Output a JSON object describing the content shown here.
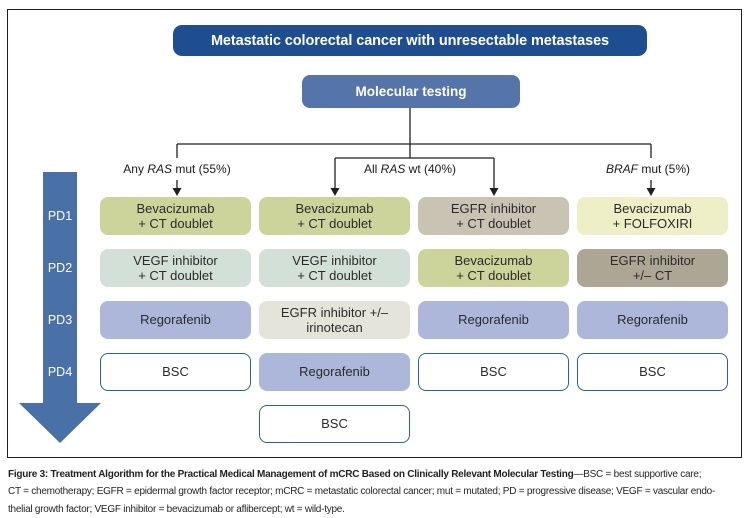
{
  "palette": {
    "banner_bg": "#1e4e90",
    "node_bg": "#5474aa",
    "arrow_blue": "#4a70a8",
    "line": "#231f20",
    "olive": "#ccd49b",
    "teal": "#d3e0d8",
    "tan": "#c8c3b3",
    "pale_yellow": "#efefc7",
    "taupe": "#aca794",
    "periwinkle": "#acb7d9",
    "light_gray": "#e4e4db",
    "white_box_border": "#2a5f9e"
  },
  "header": {
    "title": "Metastatic colorectal cancer with unresectable metastases"
  },
  "molecular_testing": {
    "label": "Molecular testing"
  },
  "branches": [
    {
      "pre": "Any ",
      "gene": "RAS",
      "post": " mut (55%)"
    },
    {
      "pre": "All ",
      "gene": "RAS",
      "post": " wt (40%)"
    },
    {
      "pre": "",
      "gene": "BRAF",
      "post": " mut (5%)"
    }
  ],
  "pd_labels": [
    "PD1",
    "PD2",
    "PD3",
    "PD4"
  ],
  "grid": {
    "rows": [
      {
        "pd": "PD1",
        "cells": [
          {
            "lines": [
              "Bevacizumab",
              "+ CT doublet"
            ],
            "color": "olive"
          },
          {
            "lines": [
              "Bevacizumab",
              "+ CT doublet"
            ],
            "color": "olive"
          },
          {
            "lines": [
              "EGFR inhibitor",
              "+ CT doublet"
            ],
            "color": "tan"
          },
          {
            "lines": [
              "Bevacizumab",
              "+ FOLFOXIRI"
            ],
            "color": "pale_yellow"
          }
        ]
      },
      {
        "pd": "PD2",
        "cells": [
          {
            "lines": [
              "VEGF inhibitor",
              "+ CT doublet"
            ],
            "color": "teal"
          },
          {
            "lines": [
              "VEGF inhibitor",
              "+ CT doublet"
            ],
            "color": "teal"
          },
          {
            "lines": [
              "Bevacizumab",
              "+ CT doublet"
            ],
            "color": "olive"
          },
          {
            "lines": [
              "EGFR inhibitor",
              "+/– CT"
            ],
            "color": "taupe"
          }
        ]
      },
      {
        "pd": "PD3",
        "cells": [
          {
            "lines": [
              "Regorafenib"
            ],
            "color": "periwinkle"
          },
          {
            "lines": [
              "EGFR inhibitor +/–",
              "irinotecan"
            ],
            "color": "light_gray"
          },
          {
            "lines": [
              "Regorafenib"
            ],
            "color": "periwinkle"
          },
          {
            "lines": [
              "Regorafenib"
            ],
            "color": "periwinkle"
          }
        ]
      },
      {
        "pd": "PD4",
        "cells": [
          {
            "lines": [
              "BSC"
            ],
            "color": "white"
          },
          {
            "lines": [
              "Regorafenib"
            ],
            "color": "periwinkle"
          },
          {
            "lines": [
              "BSC"
            ],
            "color": "white"
          },
          {
            "lines": [
              "BSC"
            ],
            "color": "white"
          }
        ]
      }
    ],
    "extra_row": {
      "column": 2,
      "cell": {
        "lines": [
          "BSC"
        ],
        "color": "white"
      }
    }
  },
  "caption": {
    "bold": "Figure 3: Treatment Algorithm for the Practical Medical Management of mCRC Based on Clinically Relevant Molecular Testing",
    "line1_rest": "—BSC = best supportive care;",
    "line2": "CT = chemotherapy; EGFR = epidermal growth factor receptor; mCRC = metastatic colorectal cancer; mut = mutated; PD = progressive disease; VEGF = vascular endo-",
    "line3": "thelial growth factor; VEGF inhibitor = bevacizumab or aflibercept; wt = wild-type."
  }
}
